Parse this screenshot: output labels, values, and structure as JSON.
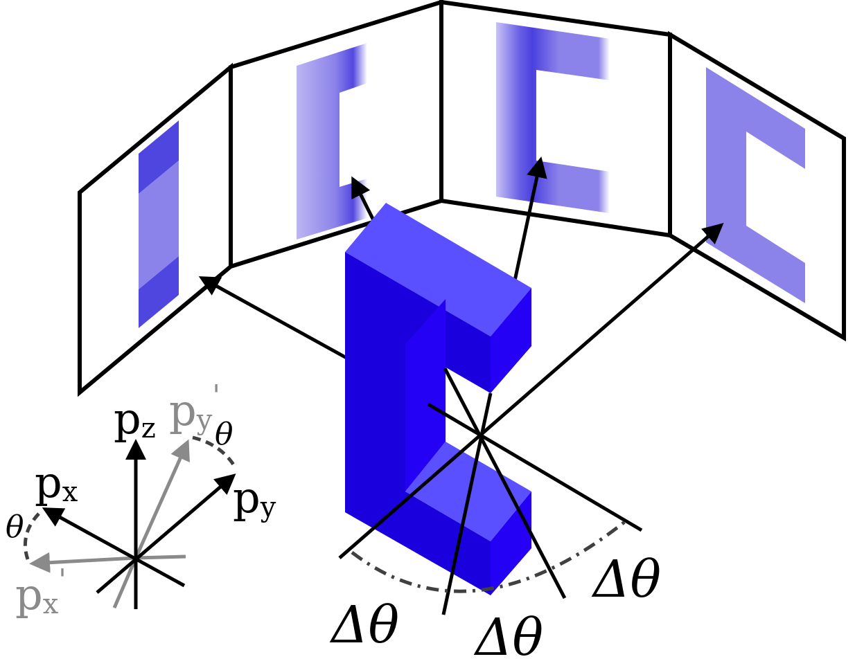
{
  "colors": {
    "object_top": "#5b50ff",
    "object_front": "#1a00dc",
    "object_side": "#2400f5",
    "projection": "#8b82ea",
    "projection_dark": "#4f46e0",
    "axis": "#000000",
    "rotated_axis": "#8a8a8a",
    "arc": "#404040"
  },
  "axes": {
    "px": "p",
    "px_sub": "x",
    "py": "p",
    "py_sub": "y",
    "pz": "p",
    "pz_sub": "z",
    "px_rot": "p",
    "px_rot_sub": "x",
    "px_rot_prime": "'",
    "py_rot": "p",
    "py_rot_sub": "y",
    "py_rot_prime": "'",
    "theta": "θ"
  },
  "angles": {
    "left": "Δθ",
    "middle": "Δθ",
    "right": "Δθ"
  }
}
